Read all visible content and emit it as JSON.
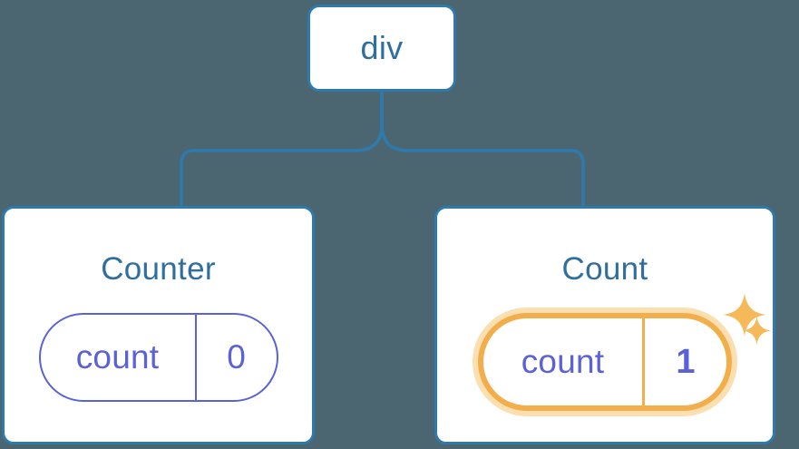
{
  "diagram": {
    "type": "component-tree",
    "background_color": "#4b6670",
    "accent_blue": "#2f7aac",
    "title_color": "#2e6f9e",
    "prop_color": "#5b62d6",
    "highlight_color": "#f3ae4c",
    "highlight_glow_color": "#fbdfb0"
  },
  "root": {
    "label": "div"
  },
  "children": [
    {
      "title": "Counter",
      "prop": {
        "key": "count",
        "value": "0"
      },
      "highlighted": false
    },
    {
      "title": "Count",
      "prop": {
        "key": "count",
        "value": "1"
      },
      "highlighted": true,
      "sparkles": [
        "sparkle-large",
        "sparkle-small"
      ]
    }
  ]
}
